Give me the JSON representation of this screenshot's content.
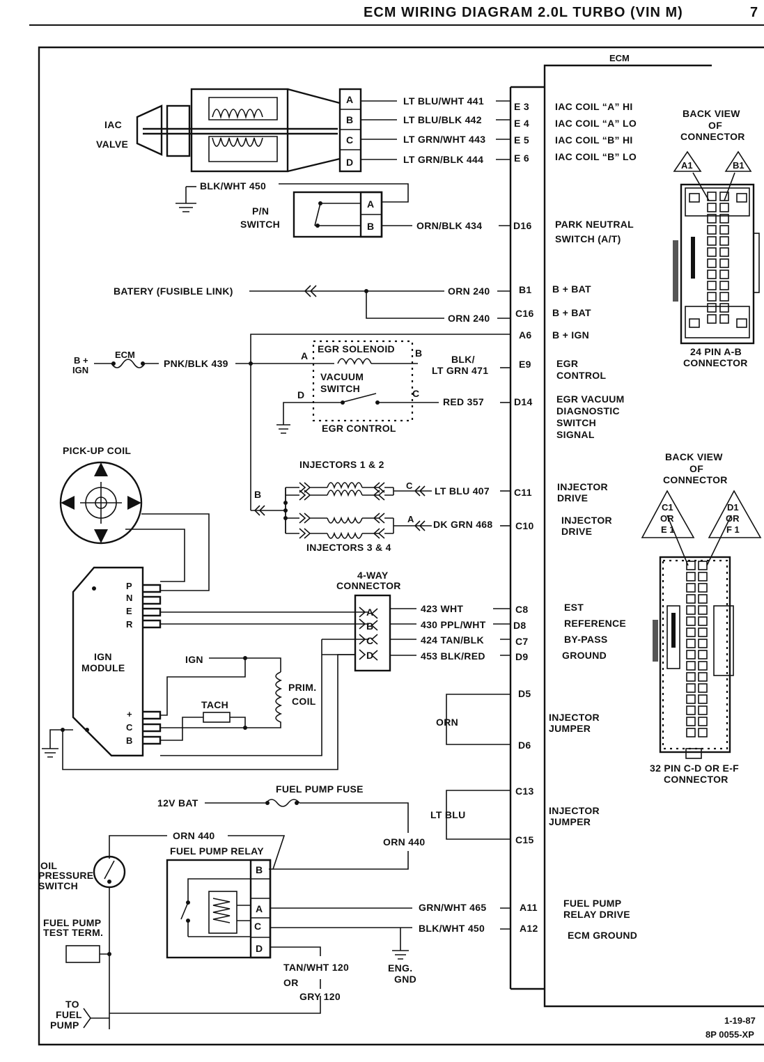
{
  "header": {
    "title": "ECM WIRING DIAGRAM 2.0L TURBO (VIN M)",
    "page": "7"
  },
  "ecm": {
    "label": "ECM"
  },
  "iac": {
    "label_line1": "IAC",
    "label_line2": "VALVE",
    "pins": [
      "A",
      "B",
      "C",
      "D"
    ],
    "wires": [
      "LT BLU/WHT 441",
      "LT BLU/BLK  442",
      "LT GRN/WHT 443",
      "LT GRN/BLK  444"
    ],
    "ecm_pins": [
      "E 3",
      "E 4",
      "E 5",
      "E 6"
    ],
    "functions": [
      "IAC COIL “A” HI",
      "IAC COIL “A” LO",
      "IAC COIL “B” HI",
      "IAC COIL “B” LO"
    ]
  },
  "pn_switch": {
    "ground_wire": "BLK/WHT 450",
    "label_line1": "P/N",
    "label_line2": "SWITCH",
    "pins": [
      "A",
      "B"
    ],
    "wire": "ORN/BLK  434",
    "ecm_pin": "D16",
    "function_line1": "PARK NEUTRAL",
    "function_line2": "SWITCH (A/T)"
  },
  "battery": {
    "label": "BATERY (FUSIBLE LINK)",
    "wire1": "ORN 240",
    "pin1": "B1",
    "func1": "B + BAT",
    "wire2": "ORN 240",
    "pin2": "C16",
    "func2": "B + BAT",
    "pin3": "A6",
    "func3": "B + IGN"
  },
  "egr": {
    "bign_line1": "B +",
    "bign_line2": "IGN",
    "fuse_label": "ECM",
    "feed_wire": "PNK/BLK 439",
    "solenoid": "EGR SOLENOID",
    "pin_a": "A",
    "pin_b": "B",
    "vacuum_line1": "VACUUM",
    "vacuum_line2": "SWITCH",
    "pin_c": "C",
    "pin_d": "D",
    "box_label": "EGR CONTROL",
    "wire1_line1": "BLK/",
    "wire1_line2": "LT GRN  471",
    "pin1": "E9",
    "func1_line1": "EGR",
    "func1_line2": "CONTROL",
    "wire2": "RED 357",
    "pin2": "D14",
    "func2": [
      "EGR  VACUUM",
      "DIAGNOSTIC",
      "SWITCH",
      "SIGNAL"
    ]
  },
  "pickup_coil": {
    "label": "PICK-UP COIL"
  },
  "injectors": {
    "top_label": "INJECTORS 1 & 2",
    "bottom_label": "INJECTORS 3 & 4",
    "pin_b": "B",
    "pin_c": "C",
    "pin_a": "A",
    "wire1": "LT BLU 407",
    "pin1": "C11",
    "func1_line1": "INJECTOR",
    "func1_line2": "DRIVE",
    "wire2": "DK GRN 468",
    "pin2": "C10",
    "func2_line1": "INJECTOR",
    "func2_line2": "DRIVE"
  },
  "ign_module": {
    "label_line1": "IGN",
    "label_line2": "MODULE",
    "top_pins": [
      "P",
      "N",
      "E",
      "R"
    ],
    "bottom_pins": [
      "+",
      "C",
      "B"
    ]
  },
  "four_way": {
    "label_line1": "4-WAY",
    "label_line2": "CONNECTOR",
    "pins": [
      "A",
      "B",
      "C",
      "D"
    ],
    "wires": [
      "423 WHT",
      "430 PPL/WHT",
      "424 TAN/BLK",
      "453 BLK/RED"
    ],
    "ecm_pins": [
      "C8",
      "D8",
      "C7",
      "D9"
    ],
    "functions": [
      "EST",
      "REFERENCE",
      "BY-PASS",
      "GROUND"
    ]
  },
  "coil": {
    "ign": "IGN",
    "prim_line1": "PRIM.",
    "prim_line2": "COIL",
    "tach": "TACH"
  },
  "jumper1": {
    "wire": "ORN",
    "pin1": "D5",
    "pin2": "D6",
    "func_line1": "INJECTOR",
    "func_line2": "JUMPER"
  },
  "jumper2": {
    "wire": "LT BLU",
    "pin1": "C13",
    "pin2": "C15",
    "func_line1": "INJECTOR",
    "func_line2": "JUMPER"
  },
  "fuel_pump": {
    "fuse_label": "FUEL PUMP FUSE",
    "bat": "12V BAT",
    "orn_top": "ORN 440",
    "orn_right": "ORN 440",
    "relay_label": "FUEL PUMP RELAY",
    "pins": [
      "B",
      "A",
      "C",
      "D"
    ],
    "oil_line1": "OIL",
    "oil_line2": "PRESSURE",
    "oil_line3": "SWITCH",
    "test_line1": "FUEL PUMP",
    "test_line2": "TEST TERM.",
    "to_line1": "TO",
    "to_line2": "FUEL",
    "to_line3": "PUMP",
    "wire1": "GRN/WHT 465",
    "pin1": "A11",
    "func1_line1": "FUEL PUMP",
    "func1_line2": "RELAY DRIVE",
    "wire2": "BLK/WHT 450",
    "pin2": "A12",
    "func2": "ECM GROUND",
    "tan_line1": "TAN/WHT 120",
    "tan_or": "OR",
    "tan_line2": "GRY 120",
    "eng_line1": "ENG.",
    "eng_line2": "GND"
  },
  "connector1": {
    "title_line1": "BACK VIEW",
    "title_line2": "OF",
    "title_line3": "CONNECTOR",
    "tri_left": "A1",
    "tri_right": "B1",
    "caption_line1": "24 PIN  A-B",
    "caption_line2": "CONNECTOR"
  },
  "connector2": {
    "title_line1": "BACK VIEW",
    "title_line2": "OF",
    "title_line3": "CONNECTOR",
    "tri_left_line1": "C1",
    "tri_left_line2": "OR",
    "tri_left_line3": "E 1",
    "tri_right_line1": "D1",
    "tri_right_line2": "OR",
    "tri_right_line3": "F 1",
    "caption_line1": "32  PIN C-D OR E-F",
    "caption_line2": "CONNECTOR"
  },
  "footer": {
    "date": "1-19-87",
    "code": "8P 0055-XP"
  }
}
